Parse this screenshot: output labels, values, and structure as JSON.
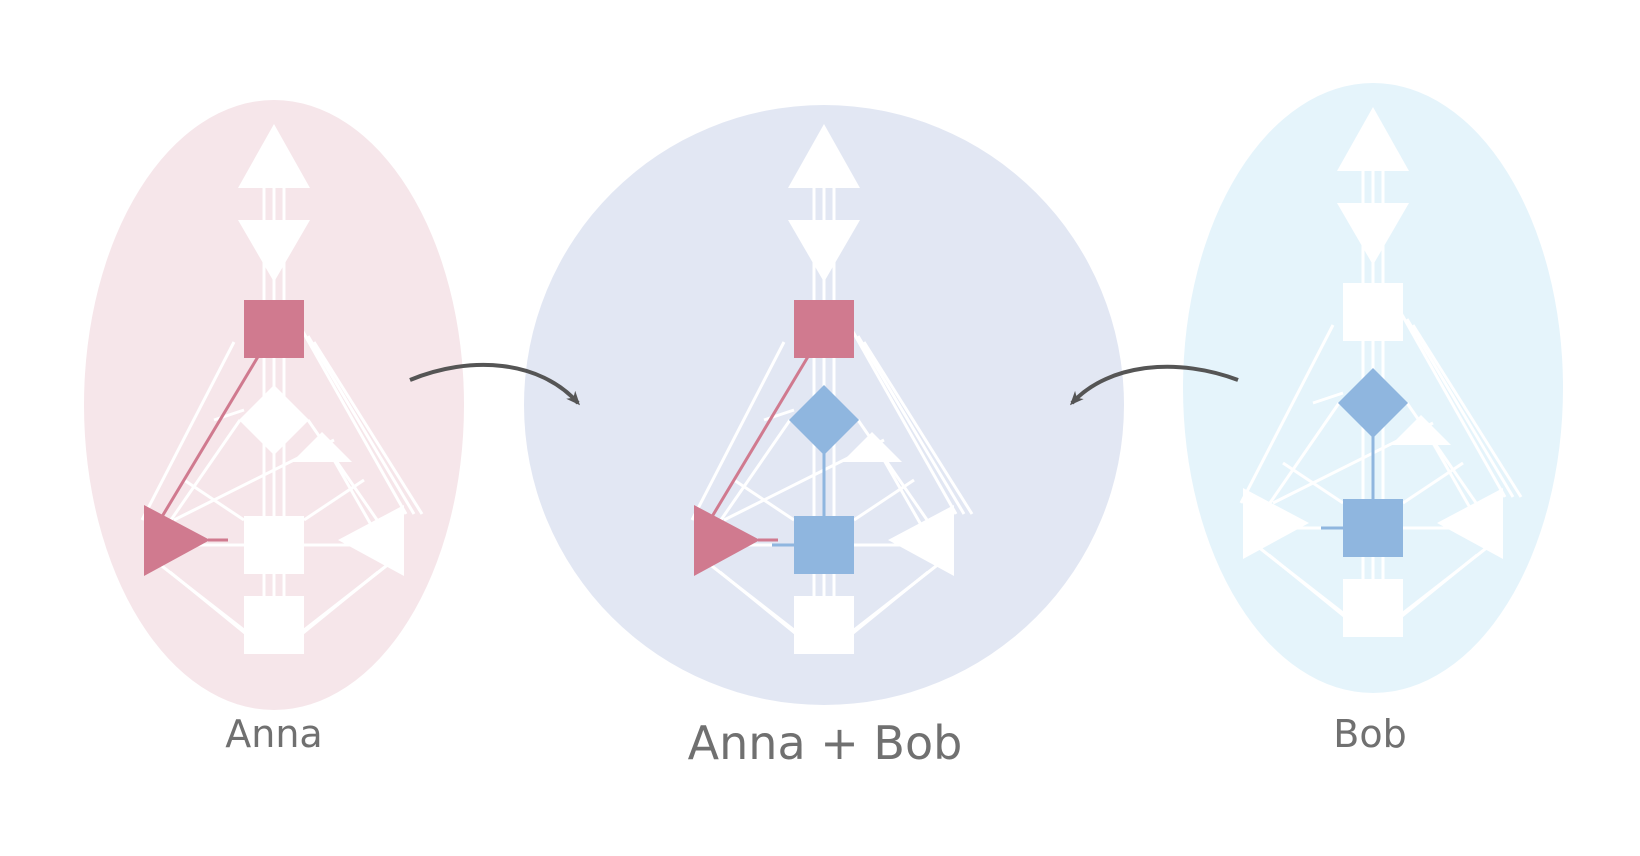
{
  "labels": {
    "left": "Anna",
    "center": "Anna + Bob",
    "right": "Bob"
  },
  "colors": {
    "anna_bg": "#f6e6ea",
    "combined_bg": "#e2e7f3",
    "bob_bg": "#e5f4fb",
    "anna_defined": "#d07a8f",
    "bob_defined": "#8fb6df",
    "undefined": "#ffffff",
    "arrow": "#555555"
  },
  "icons": {
    "arrow_left": "curved-arrow-right-icon",
    "arrow_right": "curved-arrow-left-icon"
  },
  "charts": [
    {
      "id": "anna",
      "defined": {
        "spleen": "anna",
        "throat": "anna"
      },
      "channels": [
        [
          "spleen",
          "throat",
          "anna"
        ]
      ],
      "stubs": [
        [
          "spleen",
          "right",
          "anna"
        ]
      ]
    },
    {
      "id": "combined",
      "defined": {
        "spleen": "anna",
        "throat": "anna",
        "g": "bob",
        "sacral": "bob"
      },
      "channels": [
        [
          "spleen",
          "throat",
          "anna"
        ],
        [
          "g",
          "sacral",
          "bob"
        ]
      ],
      "stubs": [
        [
          "spleen",
          "right",
          "anna"
        ],
        [
          "sacral",
          "left",
          "bob"
        ]
      ]
    },
    {
      "id": "bob",
      "defined": {
        "g": "bob",
        "sacral": "bob"
      },
      "channels": [
        [
          "g",
          "sacral",
          "bob"
        ]
      ],
      "stubs": [
        [
          "sacral",
          "left",
          "bob"
        ]
      ]
    }
  ]
}
